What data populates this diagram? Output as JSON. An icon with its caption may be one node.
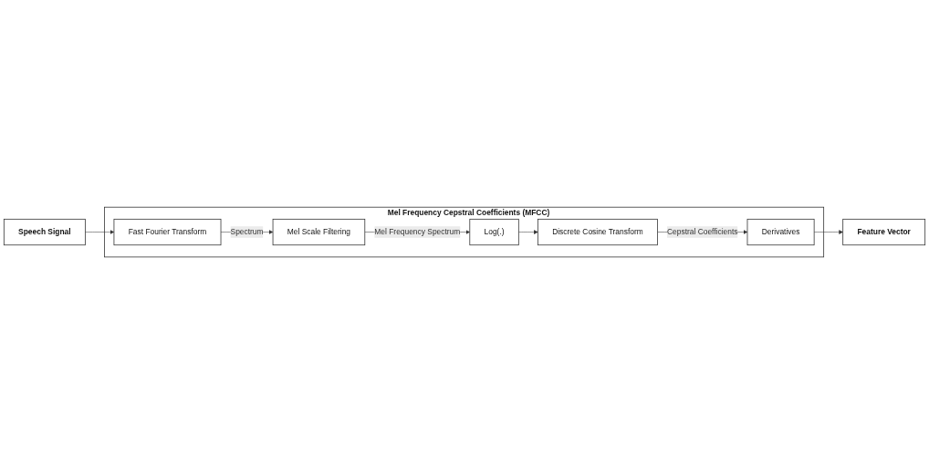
{
  "diagram": {
    "nodes": [
      {
        "text": [
          "Speech Signal"
        ]
      },
      {
        "text": [
          "Mel Frequency Cepstral Coefficients (MFCC)"
        ]
      },
      {
        "text": [
          "Fast Fourier Transform"
        ],
        "in": 1
      },
      {
        "text": [
          "Mel Scale Filtering"
        ],
        "in": 1
      },
      {
        "text": [
          "Log(.)"
        ],
        "in": 1
      },
      {
        "text": [
          "Feature Vector"
        ]
      },
      {
        "text": [
          "Derivatives"
        ],
        "in": 1
      },
      {
        "text": [
          "Discrete Cosine Transform"
        ],
        "in": 1
      }
    ],
    "edges": [
      {
        "from": 0,
        "to": 2,
        "arrow": "to"
      },
      {
        "from": 2,
        "to": 3,
        "arrow": "to",
        "label": "Spectrum"
      },
      {
        "from": 3,
        "to": 4,
        "arrow": "to",
        "label": "Mel Frequency Spectrum"
      },
      {
        "from": 4,
        "to": 7,
        "arrow": "to"
      },
      {
        "from": 7,
        "to": 6,
        "arrow": "to",
        "label": "Cepstral Coefficients"
      },
      {
        "from": 6,
        "to": 5,
        "arrow": "to"
      }
    ]
  }
}
